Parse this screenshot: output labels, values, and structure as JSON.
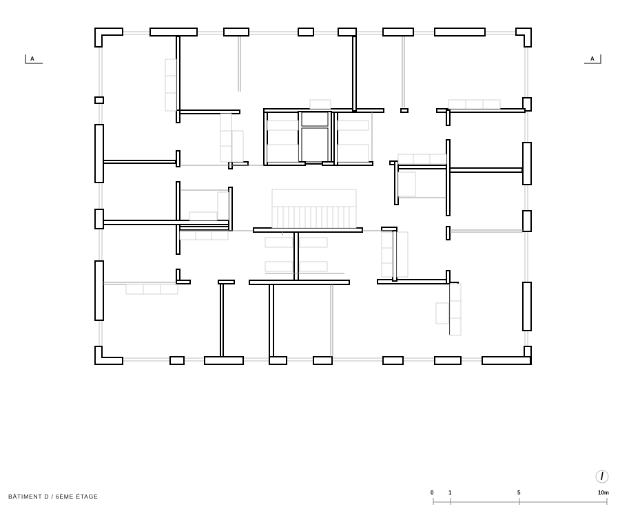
{
  "drawing": {
    "caption": "BÂTIMENT D / 6ÈME ÉTAGE",
    "section_marks": [
      {
        "label": "A",
        "side": "left"
      },
      {
        "label": "A",
        "side": "right"
      }
    ],
    "scale_bar": {
      "labels": [
        "0",
        "1",
        "5",
        "10m"
      ]
    },
    "north_arrow": "north-arrow-icon"
  }
}
